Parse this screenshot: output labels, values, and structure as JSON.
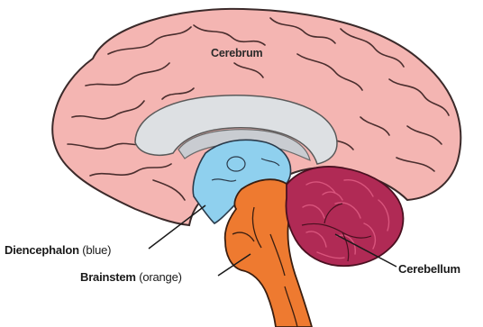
{
  "labels": {
    "cerebrum": "Cerebrum",
    "diencephalon": "Diencephalon",
    "diencephalon_note": "(blue)",
    "brainstem": "Brainstem",
    "brainstem_note": "(orange)",
    "cerebellum": "Cerebellum"
  },
  "colors": {
    "cerebrum": "#f4b5b2",
    "cerebrum_outline": "#3b2a2a",
    "corpus_callosum": "#dde0e3",
    "ventricle": "#c9ccd1",
    "diencephalon": "#8fd0ee",
    "brainstem": "#ee7a30",
    "cerebellum": "#b02a55",
    "cerebellum_light": "#d9557d"
  }
}
